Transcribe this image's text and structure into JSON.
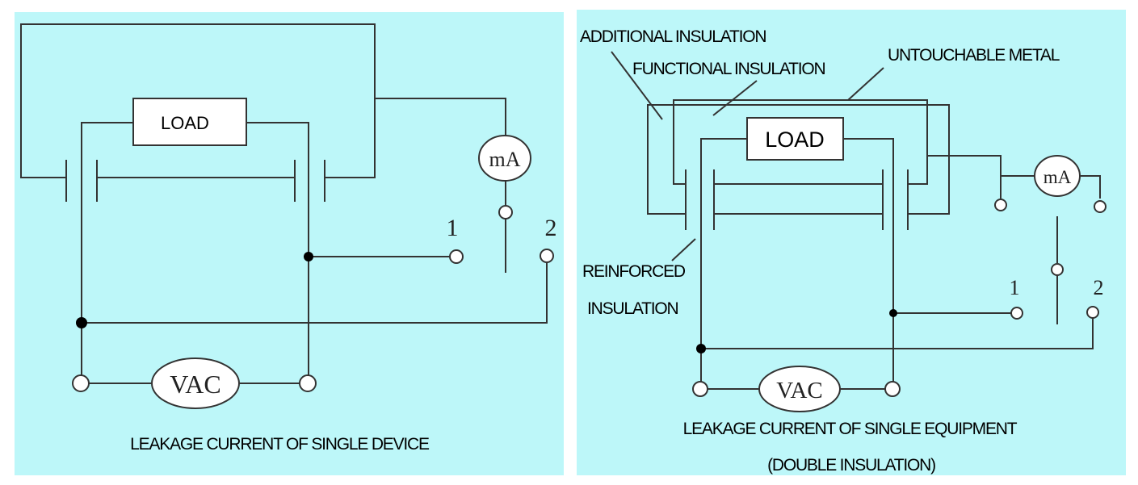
{
  "colors": {
    "panel_bg": "#bdf7f9",
    "line": "#333333",
    "text": "#000000",
    "box_fill": "#ffffff"
  },
  "left": {
    "load": "LOAD",
    "meter": "mA",
    "source": "VAC",
    "terminal_1": "1",
    "terminal_2": "2",
    "caption": "LEAKAGE CURRENT OF SINGLE DEVICE"
  },
  "right": {
    "additional_insulation": "ADDITIONAL INSULATION",
    "functional_insulation": "FUNCTIONAL INSULATION",
    "untouchable_metal": "UNTOUCHABLE METAL",
    "reinforced_line1": "REINFORCED",
    "reinforced_line2": "INSULATION",
    "load": "LOAD",
    "meter": "mA",
    "source": "VAC",
    "terminal_1": "1",
    "terminal_2": "2",
    "caption_line1": "LEAKAGE CURRENT OF SINGLE EQUIPMENT",
    "caption_line2": "(DOUBLE INSULATION)"
  }
}
